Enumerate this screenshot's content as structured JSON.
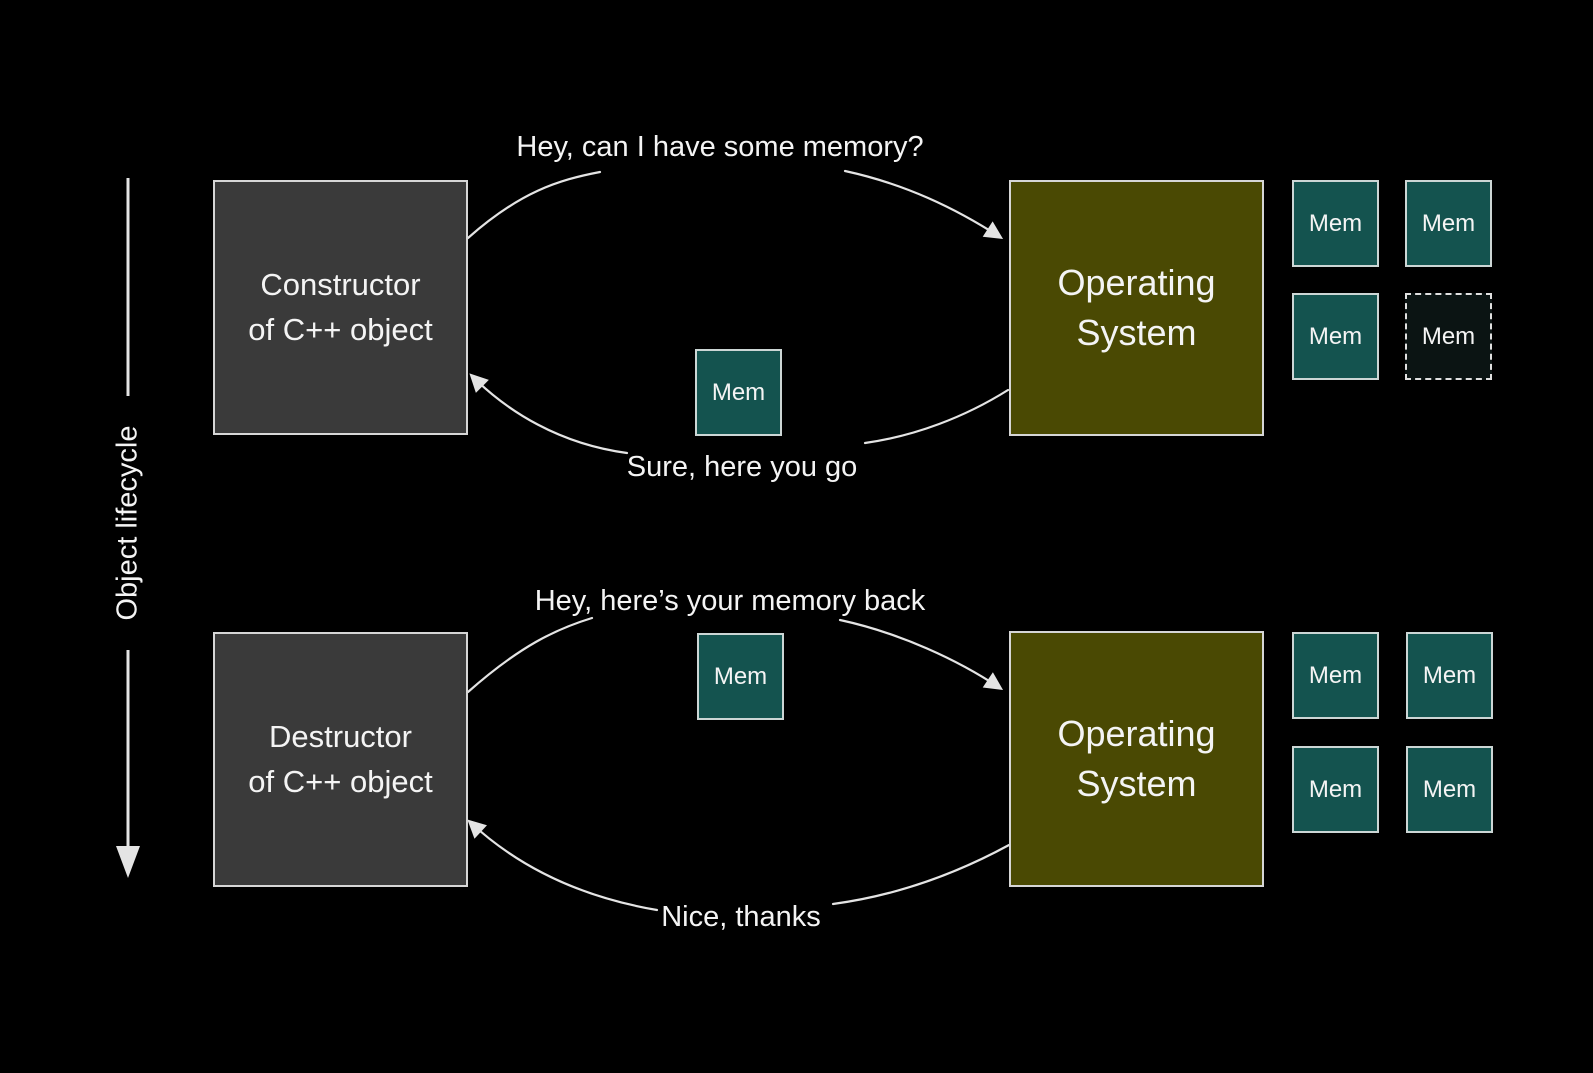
{
  "lifecycle": {
    "label": "Object lifecycle"
  },
  "top": {
    "requester": {
      "line1": "Constructor",
      "line2": "of C++ object"
    },
    "os": {
      "line1": "Operating",
      "line2": "System"
    },
    "request_label": "Hey, can I have some memory?",
    "response_label": "Sure, here you go",
    "transfer_mem": {
      "label": "Mem"
    },
    "mem_grid": [
      {
        "label": "Mem",
        "state": "allocated"
      },
      {
        "label": "Mem",
        "state": "allocated"
      },
      {
        "label": "Mem",
        "state": "allocated"
      },
      {
        "label": "Mem",
        "state": "given-away"
      }
    ]
  },
  "bottom": {
    "requester": {
      "line1": "Destructor",
      "line2": "of C++ object"
    },
    "os": {
      "line1": "Operating",
      "line2": "System"
    },
    "request_label": "Hey, here’s your memory back",
    "response_label": "Nice, thanks",
    "transfer_mem": {
      "label": "Mem"
    },
    "mem_grid": [
      {
        "label": "Mem",
        "state": "allocated"
      },
      {
        "label": "Mem",
        "state": "allocated"
      },
      {
        "label": "Mem",
        "state": "allocated"
      },
      {
        "label": "Mem",
        "state": "allocated"
      }
    ]
  },
  "colors": {
    "requester_box": "#3a3a3a",
    "os_box": "#4a4903",
    "mem_box": "#14534f",
    "mem_box_empty": "#0b1413",
    "stroke": "#e4e4e4",
    "text": "#f4f4f4",
    "bg": "#000000"
  }
}
